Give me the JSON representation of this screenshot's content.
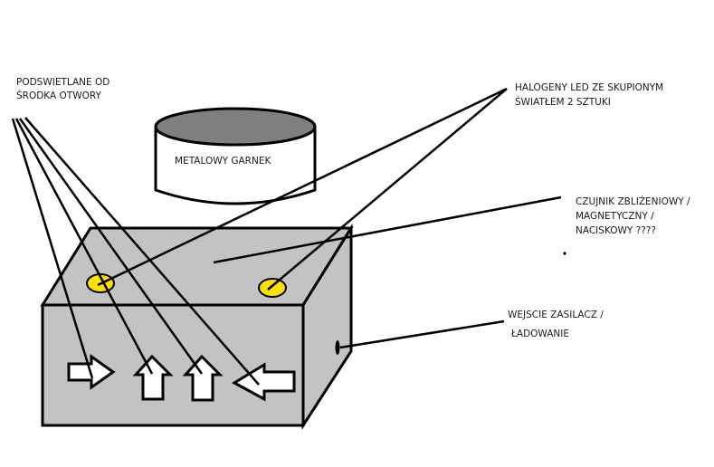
{
  "labels": {
    "backlit_holes": [
      "PODSWIETLANE OD",
      "ŚRODKA OTWORY"
    ],
    "halogen": [
      "HALOGENY LED ZE SKUPIONYM",
      "ŚWIATŁEM 2 SZTUKI"
    ],
    "sensor": [
      "CZUJNIK ZBLIŻENIOWY /",
      "MAGNETYCZNY /",
      "NACISKOWY ????"
    ],
    "power": [
      "WEJSCIE ZASILACZ /",
      "ŁADOWANIE"
    ],
    "pot": "METALOWY GARNEK"
  },
  "colors": {
    "box_fill": "#c3c3c3",
    "pot_lid": "#7f7f7f",
    "led": "#ffe000",
    "stroke": "#000000",
    "arrow_fill": "#ffffff"
  },
  "arrows": [
    {
      "name": "arrow-right",
      "direction": "right"
    },
    {
      "name": "arrow-up-1",
      "direction": "up"
    },
    {
      "name": "arrow-up-2",
      "direction": "up"
    },
    {
      "name": "arrow-left",
      "direction": "left"
    }
  ]
}
